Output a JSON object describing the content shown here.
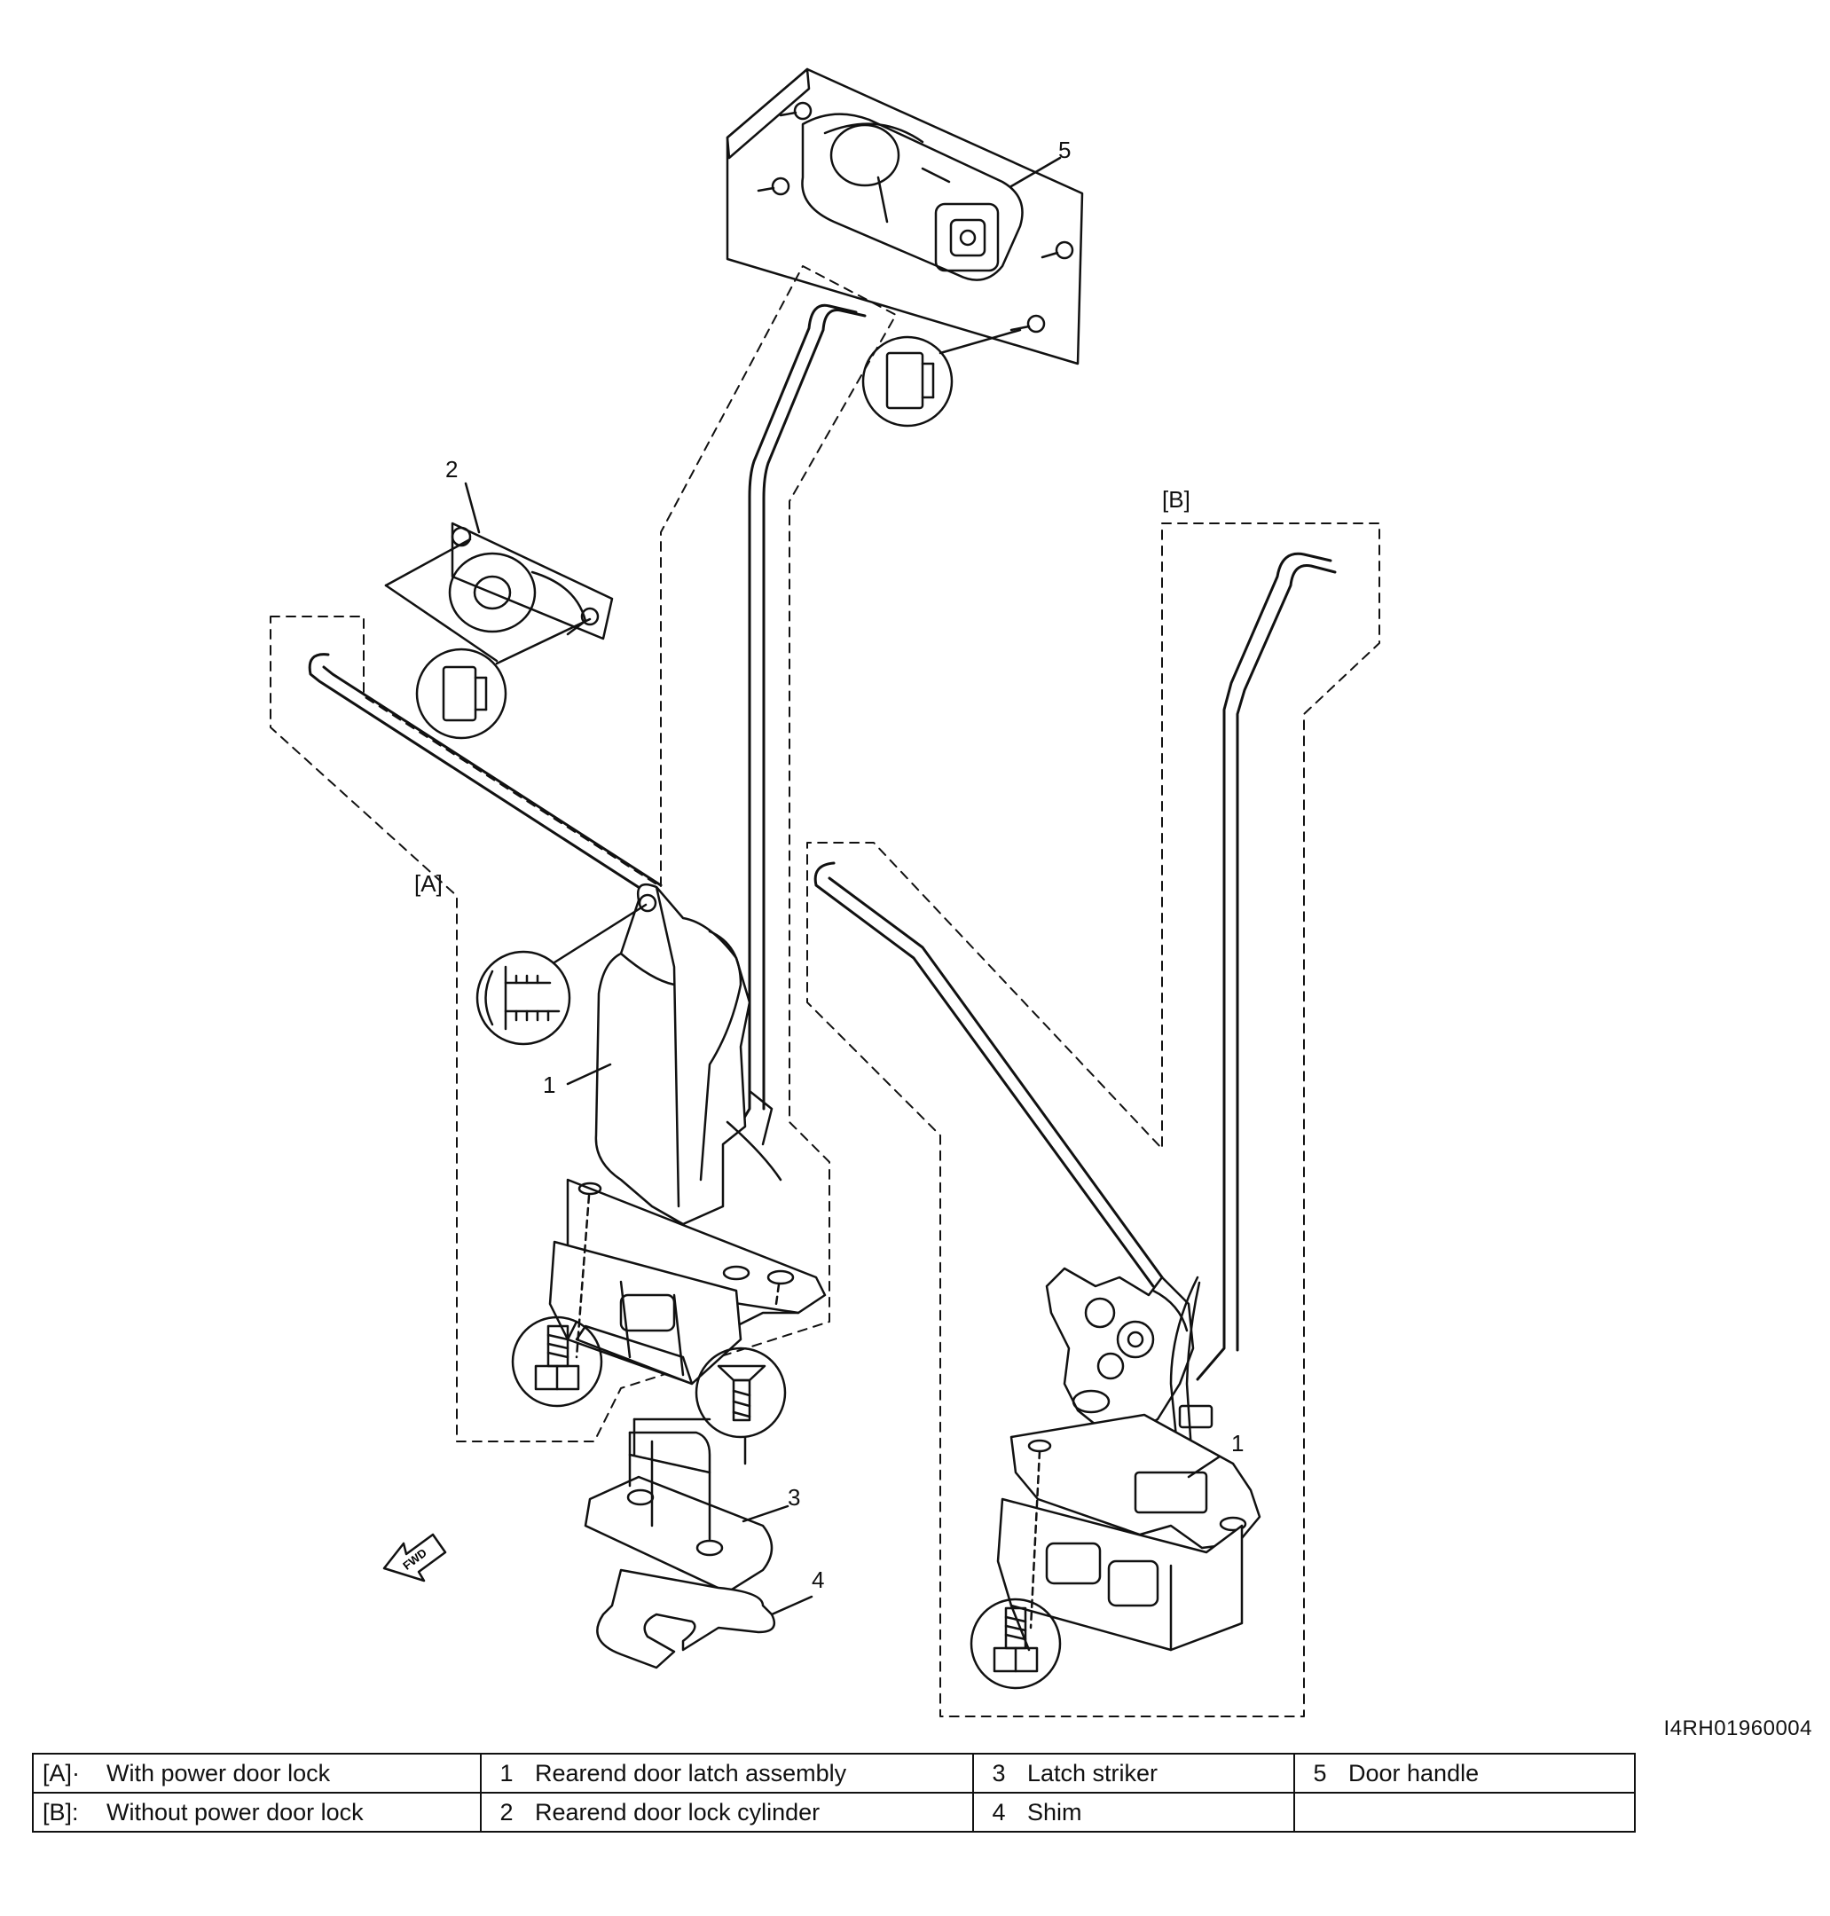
{
  "figure_code": "I4RH01960004",
  "callouts": {
    "group_a": "[A]",
    "group_b": "[B]",
    "c1a": "1",
    "c1b": "1",
    "c2": "2",
    "c3": "3",
    "c4": "4",
    "c5": "5",
    "fwd": "FWD"
  },
  "legend": {
    "rows": [
      [
        {
          "key": "[A]·",
          "label": "With power door lock"
        },
        {
          "key": "1",
          "label": "Rearend door latch assembly"
        },
        {
          "key": "3",
          "label": "Latch striker"
        },
        {
          "key": "5",
          "label": "Door handle"
        }
      ],
      [
        {
          "key": "[B]:",
          "label": "Without power door lock"
        },
        {
          "key": "2",
          "label": "Rearend door lock cylinder"
        },
        {
          "key": "4",
          "label": "Shim"
        },
        {
          "key": "",
          "label": ""
        }
      ]
    ]
  }
}
